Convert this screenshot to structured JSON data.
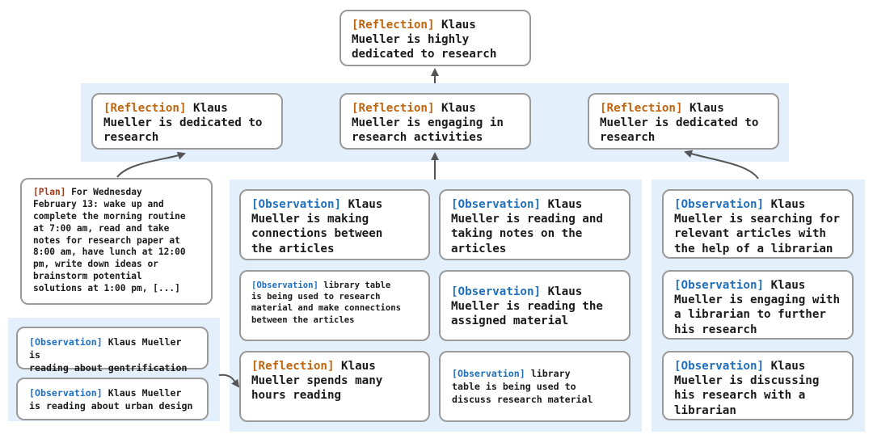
{
  "colors": {
    "reflection": "#c0650f",
    "observation": "#1f6fbf",
    "plan": "#a83a1a",
    "panel": "#e3f0fb",
    "border": "#9a9a9a"
  },
  "nodes": {
    "top": {
      "tag": "[Reflection]",
      "text": " Klaus\nMueller is highly\ndedicated to research"
    },
    "mid_left": {
      "tag": "[Reflection]",
      "text": " Klaus\nMueller is dedicated to\nresearch"
    },
    "mid_center": {
      "tag": "[Reflection]",
      "text": " Klaus\nMueller is engaging in\nresearch activities"
    },
    "mid_right": {
      "tag": "[Reflection]",
      "text": " Klaus\nMueller is dedicated to\nresearch"
    },
    "plan": {
      "tag": "[Plan]",
      "text": " For Wednesday\nFebruary 13: wake up and\ncomplete the morning routine\nat 7:00 am, read and take\nnotes for research paper at\n8:00 am, have lunch at 12:00\npm, write down ideas or\nbrainstorm potential\nsolutions at 1:00 pm, [...]"
    },
    "gentrification": {
      "tag": "[Observation]",
      "text": " Klaus Mueller is\nreading about gentrification"
    },
    "urban_design": {
      "tag": "[Observation]",
      "text": " Klaus Mueller\nis reading about urban design"
    },
    "c1": {
      "tag": "[Observation]",
      "text": " Klaus\nMueller is making\nconnections between\nthe articles"
    },
    "c2": {
      "tag": "[Observation]",
      "text": " library table\nis being used to research\nmaterial and make connections\nbetween the articles"
    },
    "c3": {
      "tag": "[Reflection]",
      "text": " Klaus\nMueller spends many\nhours reading"
    },
    "c4": {
      "tag": "[Observation]",
      "text": " Klaus\nMueller is reading and\ntaking notes on the\narticles"
    },
    "c5": {
      "tag": "[Observation]",
      "text": " Klaus\nMueller is reading the\nassigned material"
    },
    "c6": {
      "tag": "[Observation]",
      "text": " library\ntable is being used to\ndiscuss research material"
    },
    "r1": {
      "tag": "[Observation]",
      "text": " Klaus\nMueller is searching for\nrelevant articles with\nthe help of a librarian"
    },
    "r2": {
      "tag": "[Observation]",
      "text": " Klaus\nMueller is engaging with\na librarian to further\nhis research"
    },
    "r3": {
      "tag": "[Observation]",
      "text": " Klaus\nMueller is discussing\nhis research with a\nlibrarian"
    }
  }
}
